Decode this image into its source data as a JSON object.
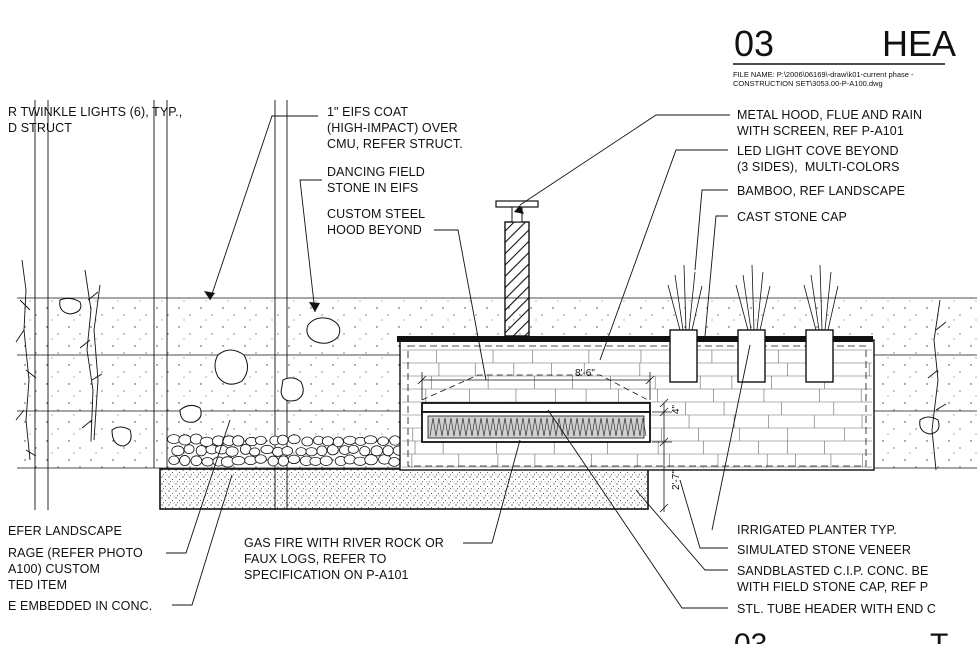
{
  "title": {
    "number": "03",
    "word": "HEA"
  },
  "file_name": {
    "line1": "FILE NAME: P:\\2006\\06169\\-draw\\k01-current phase -",
    "line2": "CONSTRUCTION SET\\3053.00-P-A100.dwg"
  },
  "left_labels": {
    "twinkle": "R TWINKLE LIGHTS (6), TYP.,",
    "struct": "D STRUCT",
    "eifs": "1\" EIFS COAT\n(HIGH-IMPACT) OVER\nCMU, REFER STRUCT.",
    "field_stone": "DANCING FIELD\nSTONE IN EIFS",
    "steel_hood": "CUSTOM STEEL\nHOOD BEYOND"
  },
  "right_labels": {
    "metal_hood": "METAL HOOD, FLUE AND RAIN\nWITH SCREEN, REF P-A101",
    "led": "LED LIGHT COVE BEYOND\n(3 SIDES),  MULTI-COLORS",
    "bamboo": "BAMBOO, REF LANDSCAPE",
    "cast_stone": "CAST STONE CAP"
  },
  "bottom_labels": {
    "refer_landscape": "EFER LANDSCAPE",
    "rage": "RAGE (REFER PHOTO\nA100) CUSTOM\nTED ITEM",
    "embedded": "E EMBEDDED IN CONC.",
    "gas_fire": "GAS FIRE WITH RIVER ROCK OR\nFAUX LOGS, REFER TO\nSPECIFICATION ON P-A101",
    "planter": "IRRIGATED PLANTER TYP.",
    "veneer": "SIMULATED STONE VENEER",
    "sandblasted": "SANDBLASTED C.I.P. CONC. BE\nWITH FIELD STONE CAP, REF P",
    "tube_header": "STL. TUBE HEADER WITH END C"
  },
  "dimensions": {
    "width": "8'-6\"",
    "opening": "4\"",
    "height": "2'-7\""
  },
  "bottom_cut": {
    "left": "03",
    "right": "T"
  }
}
